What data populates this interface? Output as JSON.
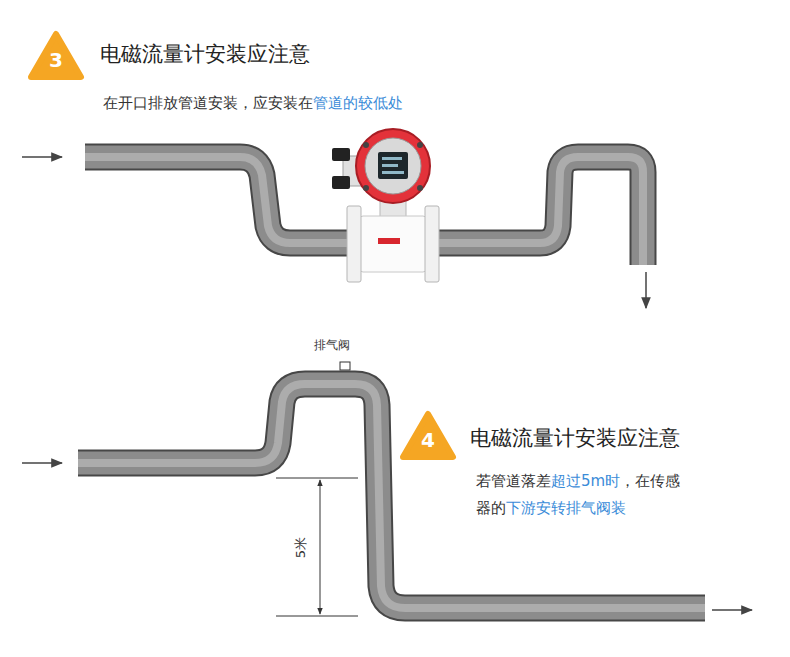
{
  "diagram": {
    "nodes": [
      {
        "text": [
          "3"
        ]
      },
      {
        "text": [
          "4"
        ]
      }
    ],
    "labels": [
      "电磁流量计安装应注意",
      "在开口排放管道安装，应安装在",
      "管道的较低处",
      "排气阀",
      "5米",
      "电磁流量计安装应注意",
      "若管道落差",
      "超过5m时",
      "，在传感器的",
      "下游安转排气阀装"
    ]
  }
}
